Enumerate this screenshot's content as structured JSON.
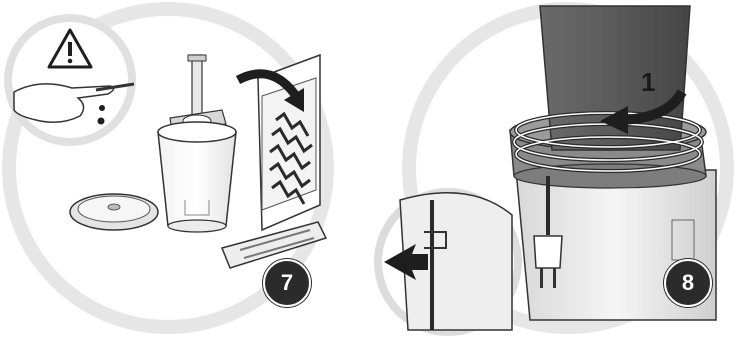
{
  "steps": {
    "step7": {
      "number": "7"
    },
    "step8": {
      "number": "8"
    }
  },
  "rotation_label": "1",
  "icons": {
    "warning": "warning-triangle-icon",
    "arrow": "curved-arrow-icon"
  },
  "colors": {
    "badge": "#2b2b2b",
    "circle_bg": "#e6e6e6",
    "motor": "#5a5a5a",
    "lid": "#8a8a8a"
  }
}
